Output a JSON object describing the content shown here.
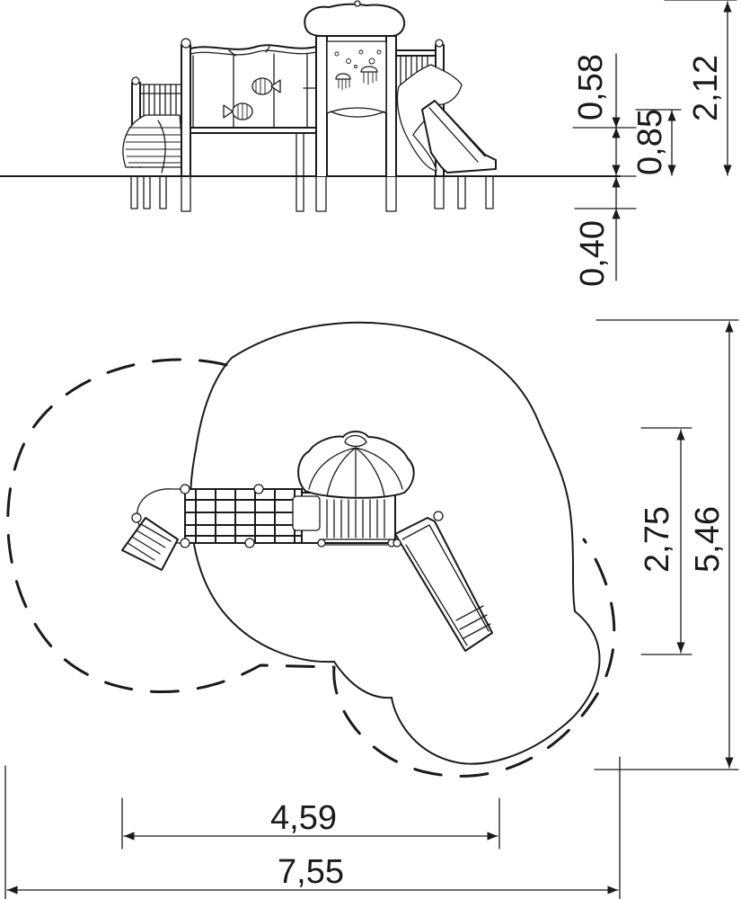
{
  "dimensions": {
    "slide_top": "0,58",
    "deck_height": "0,85",
    "total_height": "2,12",
    "foundation_depth": "0,40",
    "footprint_depth": "2,75",
    "safety_depth": "5,46",
    "footprint_width": "4,59",
    "safety_width": "7,55"
  }
}
